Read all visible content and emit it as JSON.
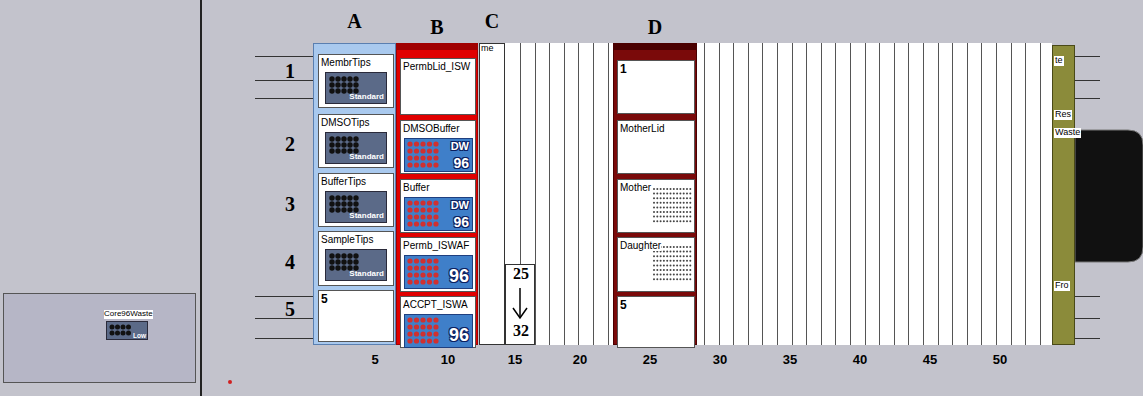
{
  "diagram": {
    "nodes": [
      {
        "text": [
          "Core96Waste",
          "Low"
        ]
      },
      {
        "text": [
          "A"
        ]
      },
      {
        "text": [
          "MembrTips",
          "Standard"
        ],
        "in": 1
      },
      {
        "text": [
          "DMSOTips",
          "Standard"
        ],
        "in": 1
      },
      {
        "text": [
          "BufferTips",
          "Standard"
        ],
        "in": 1
      },
      {
        "text": [
          "SampleTips",
          "Standard"
        ],
        "in": 1
      },
      {
        "text": [
          "5"
        ],
        "in": 1
      },
      {
        "text": [
          "B"
        ]
      },
      {
        "text": [
          "PermbLid_ISW"
        ],
        "in": 7
      },
      {
        "text": [
          "DMSOBuffer",
          "DW",
          "96"
        ],
        "in": 7
      },
      {
        "text": [
          "Buffer",
          "DW",
          "96"
        ],
        "in": 7
      },
      {
        "text": [
          "Permb_ISWAF",
          "96"
        ],
        "in": 7
      },
      {
        "text": [
          "ACCPT_ISWA",
          "96"
        ],
        "in": 7
      },
      {
        "text": [
          "C",
          "me"
        ]
      },
      {
        "text": [
          "D"
        ]
      },
      {
        "text": [
          "1"
        ],
        "in": 14
      },
      {
        "text": [
          "MotherLid"
        ],
        "in": 14
      },
      {
        "text": [
          "Mother"
        ],
        "in": 14
      },
      {
        "text": [
          "Daughter"
        ],
        "in": 14
      },
      {
        "text": [
          "5"
        ],
        "in": 14
      },
      {
        "text": [
          "te",
          "Res",
          "Waste",
          "Fro"
        ]
      }
    ],
    "labels": [
      "1",
      "2",
      "3",
      "4",
      "5",
      "25",
      "32",
      "5",
      "10",
      "15",
      "20",
      "25",
      "30",
      "35",
      "40",
      "45",
      "50"
    ]
  }
}
